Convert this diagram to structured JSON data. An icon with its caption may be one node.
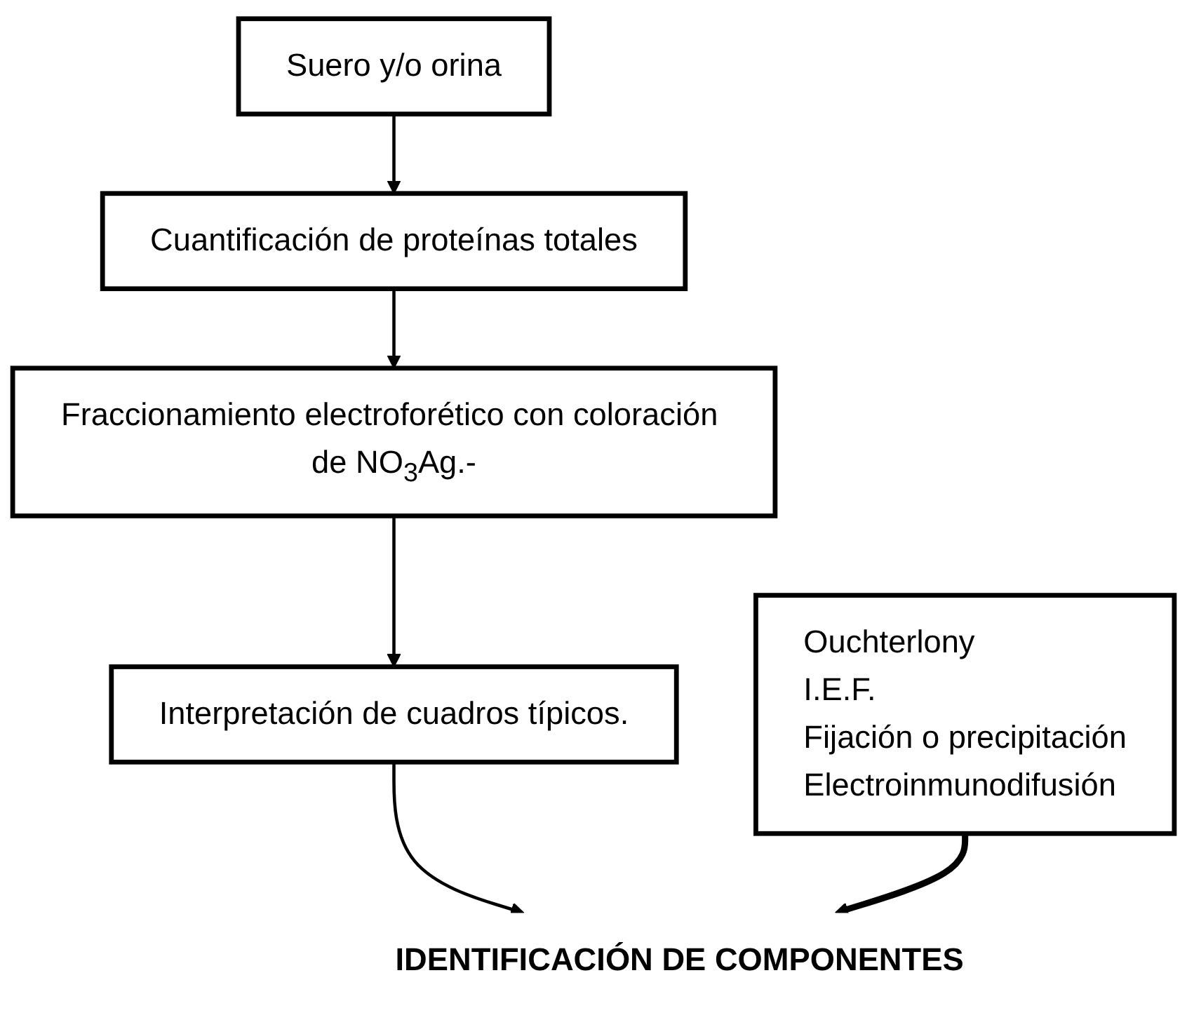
{
  "diagram": {
    "nodes": [
      {
        "text": [
          "Suero y/o orina"
        ]
      },
      {
        "text": [
          "Cuantificación de proteínas totales"
        ]
      },
      {
        "text": [
          "Fraccionamiento electroforético con coloración de NO$_{3}$Ag.-"
        ]
      },
      {
        "text": [
          "Interpretación de cuadros típicos."
        ]
      },
      {
        "text": [
          "IDENTIFICACIÓN DE COMPONENTES"
        ]
      },
      {
        "text": [
          "Ouchterlony",
          "I.E.F.",
          "Fijación o precipitación",
          "Electroinmunodifusión"
        ]
      }
    ],
    "edges": [
      {
        "from": 0,
        "to": 1,
        "arrow": "to"
      },
      {
        "from": 1,
        "to": 2,
        "arrow": "to"
      },
      {
        "from": 2,
        "to": 3,
        "arrow": "to"
      },
      {
        "from": 3,
        "to": 4,
        "arrow": "to"
      },
      {
        "from": 5,
        "to": 4,
        "arrow": "to",
        "style": "thick"
      }
    ]
  }
}
